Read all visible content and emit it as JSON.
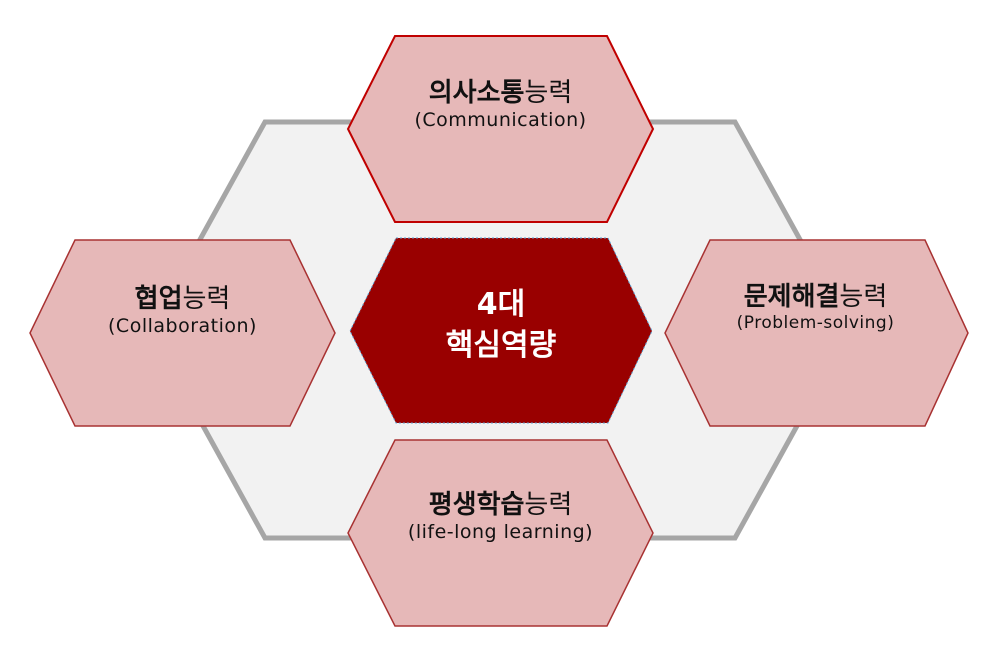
{
  "center": {
    "line1": "4대",
    "line2": "핵심역량"
  },
  "competencies": [
    {
      "id": "communication",
      "title_bold": "의사소통",
      "title_regular": "능력",
      "subtitle": "(Communication)"
    },
    {
      "id": "collaboration",
      "title_bold": "협업",
      "title_regular": "능력",
      "subtitle": "(Collaboration)"
    },
    {
      "id": "problem-solving",
      "title_bold": "문제해결",
      "title_regular": "능력",
      "subtitle": "(Problem-solving)"
    },
    {
      "id": "lifelong-learning",
      "title_bold": "평생학습",
      "title_regular": "능력",
      "subtitle": "(life-long learning)"
    }
  ],
  "colors": {
    "outer_fill": "#f2f2f2",
    "outer_stroke": "#a6a6a6",
    "hex_fill": "#e6b8b8",
    "hex_stroke": "#b82020",
    "center_fill": "#990000"
  }
}
